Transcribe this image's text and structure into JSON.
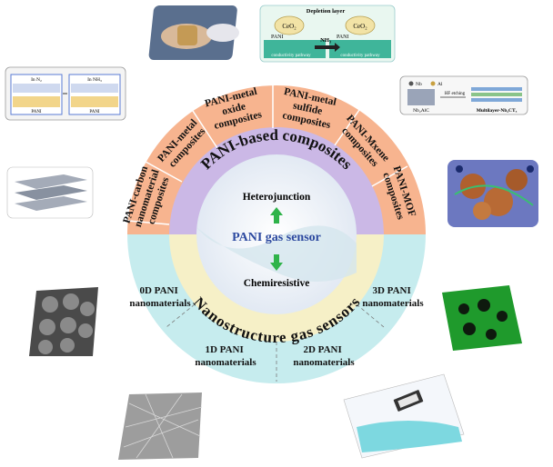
{
  "center": {
    "title": "PANI gas sensor",
    "top_mechanism": "Heterojunction",
    "bottom_mechanism": "Chemiresistive"
  },
  "upper_ring": {
    "arc_title": "PANI-based composites",
    "segments": [
      [
        "PANI-carbon",
        "nanomaterial",
        "composites"
      ],
      [
        "PANI-metal",
        "composites"
      ],
      [
        "PANI-metal",
        "oxide",
        "composites"
      ],
      [
        "PANI-metal",
        "sulfide",
        "composites"
      ],
      [
        "PANI-Mxene",
        "composites"
      ],
      [
        "PANI-MOF",
        "composites"
      ]
    ]
  },
  "lower_ring": {
    "arc_title": "Nanostructure gas sensors",
    "segments": [
      [
        "0D PANI",
        "nanomaterials"
      ],
      [
        "1D PANI",
        "nanomaterials"
      ],
      [
        "2D PANI",
        "nanomaterials"
      ],
      [
        "3D PANI",
        "nanomaterials"
      ]
    ]
  },
  "thumbnails": {
    "metal_oxide": {
      "layer_label": "Depletion layer",
      "left_oxide": "CeO₂",
      "right_oxide": "CeO₂",
      "gas": "NH₃",
      "left_polymer": "PANI",
      "right_polymer": "PANI",
      "left_pathway": "conductivity pathway",
      "right_pathway": "conductivity pathway"
    },
    "metal": {
      "left_label": "In N₂",
      "right_label": "In NH₃",
      "left_bottom": "PANI",
      "right_bottom": "PANI"
    },
    "mxene": {
      "legend_1": "Nb",
      "legend_2": "Al",
      "etch_label": "HF etching",
      "left_label": "Nb₂AlC",
      "right_label": "Multilayer-Nb₂CTₓ"
    }
  },
  "colors": {
    "upper_ring": "#f7b48f",
    "lower_ring": "#c6ecee",
    "upper_band": "#cbb8e6",
    "lower_band": "#f6f0c7",
    "arrow": "#2fb34a"
  }
}
